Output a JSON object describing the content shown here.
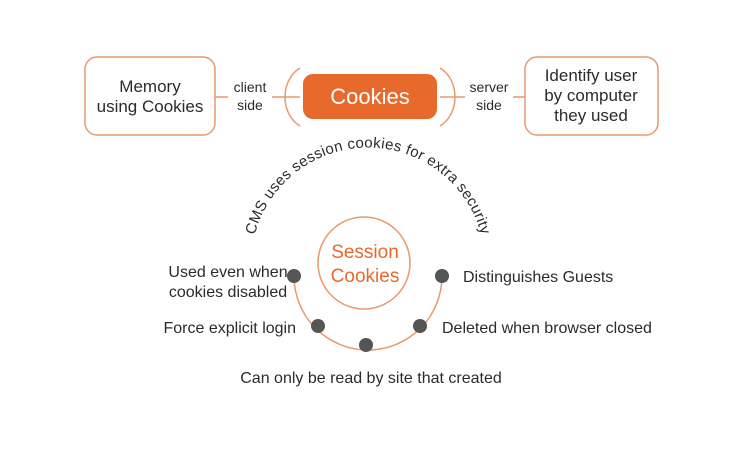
{
  "colors": {
    "accent": "#e8692c",
    "accent_dark": "#d85a20",
    "outline": "#e79a6c",
    "dot": "#555555",
    "text": "#2b2b2b"
  },
  "top": {
    "center_label": "Cookies",
    "left_box": {
      "line1": "Memory",
      "line2": "using Cookies"
    },
    "left_connector": {
      "line1": "client",
      "line2": "side"
    },
    "right_connector": {
      "line1": "server",
      "line2": "side"
    },
    "right_box": {
      "line1": "Identify user",
      "line2": "by computer",
      "line3": "they used"
    }
  },
  "session": {
    "arc_caption": "CMS uses session cookies for extra security",
    "title_line1": "Session",
    "title_line2": "Cookies",
    "items": {
      "used_even_line1": "Used even when",
      "used_even_line2": "cookies disabled",
      "force_login": "Force explicit login",
      "read_by_site": "Can only be read by site that created",
      "deleted_closed": "Deleted when browser closed",
      "distinguishes": "Distinguishes Guests"
    }
  }
}
